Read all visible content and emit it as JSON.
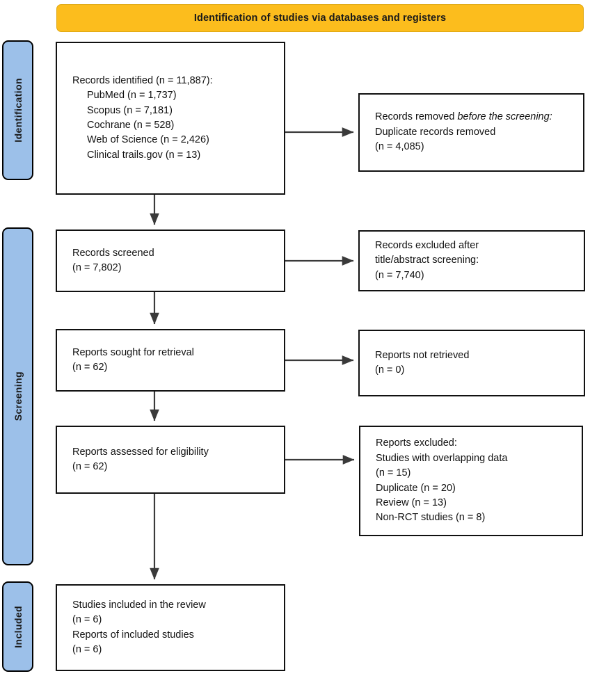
{
  "diagram": {
    "type": "prisma-flow-diagram",
    "title": "Identification of studies via databases and registers",
    "accent_colors": {
      "banner_fill": "#FCBD1D",
      "banner_border": "#E0A913",
      "stagebar_fill": "#9CC0E9",
      "box_border": "#111111",
      "text": "#111111"
    }
  },
  "stages": {
    "identification": "Identification",
    "screening": "Screening",
    "included": "Included"
  },
  "boxes": {
    "identified": {
      "line1": "Records identified (n = 11,887):",
      "sources": [
        "PubMed (n = 1,737)",
        "Scopus (n = 7,181)",
        "Cochrane (n = 528)",
        "Web of Science (n = 2,426)",
        "Clinical trails.gov (n = 13)"
      ]
    },
    "removed": {
      "lead": "Records removed ",
      "emphasis": "before the screening:",
      "line2": "Duplicate records removed",
      "line3": "(n = 4,085)"
    },
    "screened": {
      "line1": "Records screened",
      "line2": "(n = 7,802)"
    },
    "excluded_title_abstract": {
      "line1": "Records excluded after",
      "line2": "title/abstract screening:",
      "line3": "(n = 7,740)"
    },
    "sought": {
      "line1": "Reports sought for retrieval",
      "line2": "(n = 62)"
    },
    "not_retrieved": {
      "line1": "Reports not retrieved",
      "line2": "(n = 0)"
    },
    "eligibility": {
      "line1": "Reports assessed for eligibility",
      "line2": "(n = 62)"
    },
    "reports_excluded": {
      "line1": "Reports excluded:",
      "line2": "Studies with overlapping data",
      "line3": "(n = 15)",
      "line4": "Duplicate (n = 20)",
      "line5": "Review (n = 13)",
      "line6": "Non-RCT studies (n = 8)"
    },
    "included": {
      "line1": "Studies included in the review",
      "line2": "(n = 6)",
      "line3": "Reports of included studies",
      "line4": "(n = 6)"
    }
  },
  "chart_data": {
    "type": "flow",
    "title": "Identification of studies via databases and registers",
    "nodes": [
      {
        "id": "identified",
        "stage": "Identification",
        "n": 11887,
        "label": "Records identified"
      },
      {
        "id": "pubmed",
        "stage": "Identification",
        "n": 1737,
        "label": "PubMed"
      },
      {
        "id": "scopus",
        "stage": "Identification",
        "n": 7181,
        "label": "Scopus"
      },
      {
        "id": "cochrane",
        "stage": "Identification",
        "n": 528,
        "label": "Cochrane"
      },
      {
        "id": "web_of_science",
        "stage": "Identification",
        "n": 2426,
        "label": "Web of Science"
      },
      {
        "id": "clinical_trails_gov",
        "stage": "Identification",
        "n": 13,
        "label": "Clinical trails.gov"
      },
      {
        "id": "duplicates_removed",
        "stage": "Identification",
        "n": 4085,
        "label": "Duplicate records removed"
      },
      {
        "id": "screened",
        "stage": "Screening",
        "n": 7802,
        "label": "Records screened"
      },
      {
        "id": "excluded_title_abstract",
        "stage": "Screening",
        "n": 7740,
        "label": "Records excluded after title/abstract screening"
      },
      {
        "id": "sought",
        "stage": "Screening",
        "n": 62,
        "label": "Reports sought for retrieval"
      },
      {
        "id": "not_retrieved",
        "stage": "Screening",
        "n": 0,
        "label": "Reports not retrieved"
      },
      {
        "id": "eligibility",
        "stage": "Screening",
        "n": 62,
        "label": "Reports assessed for eligibility"
      },
      {
        "id": "excluded_overlapping",
        "stage": "Screening",
        "n": 15,
        "label": "Studies with overlapping data"
      },
      {
        "id": "excluded_duplicate",
        "stage": "Screening",
        "n": 20,
        "label": "Duplicate"
      },
      {
        "id": "excluded_review",
        "stage": "Screening",
        "n": 13,
        "label": "Review"
      },
      {
        "id": "excluded_nonrct",
        "stage": "Screening",
        "n": 8,
        "label": "Non-RCT studies"
      },
      {
        "id": "included_studies",
        "stage": "Included",
        "n": 6,
        "label": "Studies included in the review"
      },
      {
        "id": "included_reports",
        "stage": "Included",
        "n": 6,
        "label": "Reports of included studies"
      }
    ],
    "edges": [
      {
        "from": "identified",
        "to": "duplicates_removed",
        "direction": "right"
      },
      {
        "from": "identified",
        "to": "screened",
        "direction": "down"
      },
      {
        "from": "screened",
        "to": "excluded_title_abstract",
        "direction": "right"
      },
      {
        "from": "screened",
        "to": "sought",
        "direction": "down"
      },
      {
        "from": "sought",
        "to": "not_retrieved",
        "direction": "right"
      },
      {
        "from": "sought",
        "to": "eligibility",
        "direction": "down"
      },
      {
        "from": "eligibility",
        "to": "excluded_overlapping",
        "direction": "right"
      },
      {
        "from": "eligibility",
        "to": "included_studies",
        "direction": "down"
      }
    ]
  }
}
